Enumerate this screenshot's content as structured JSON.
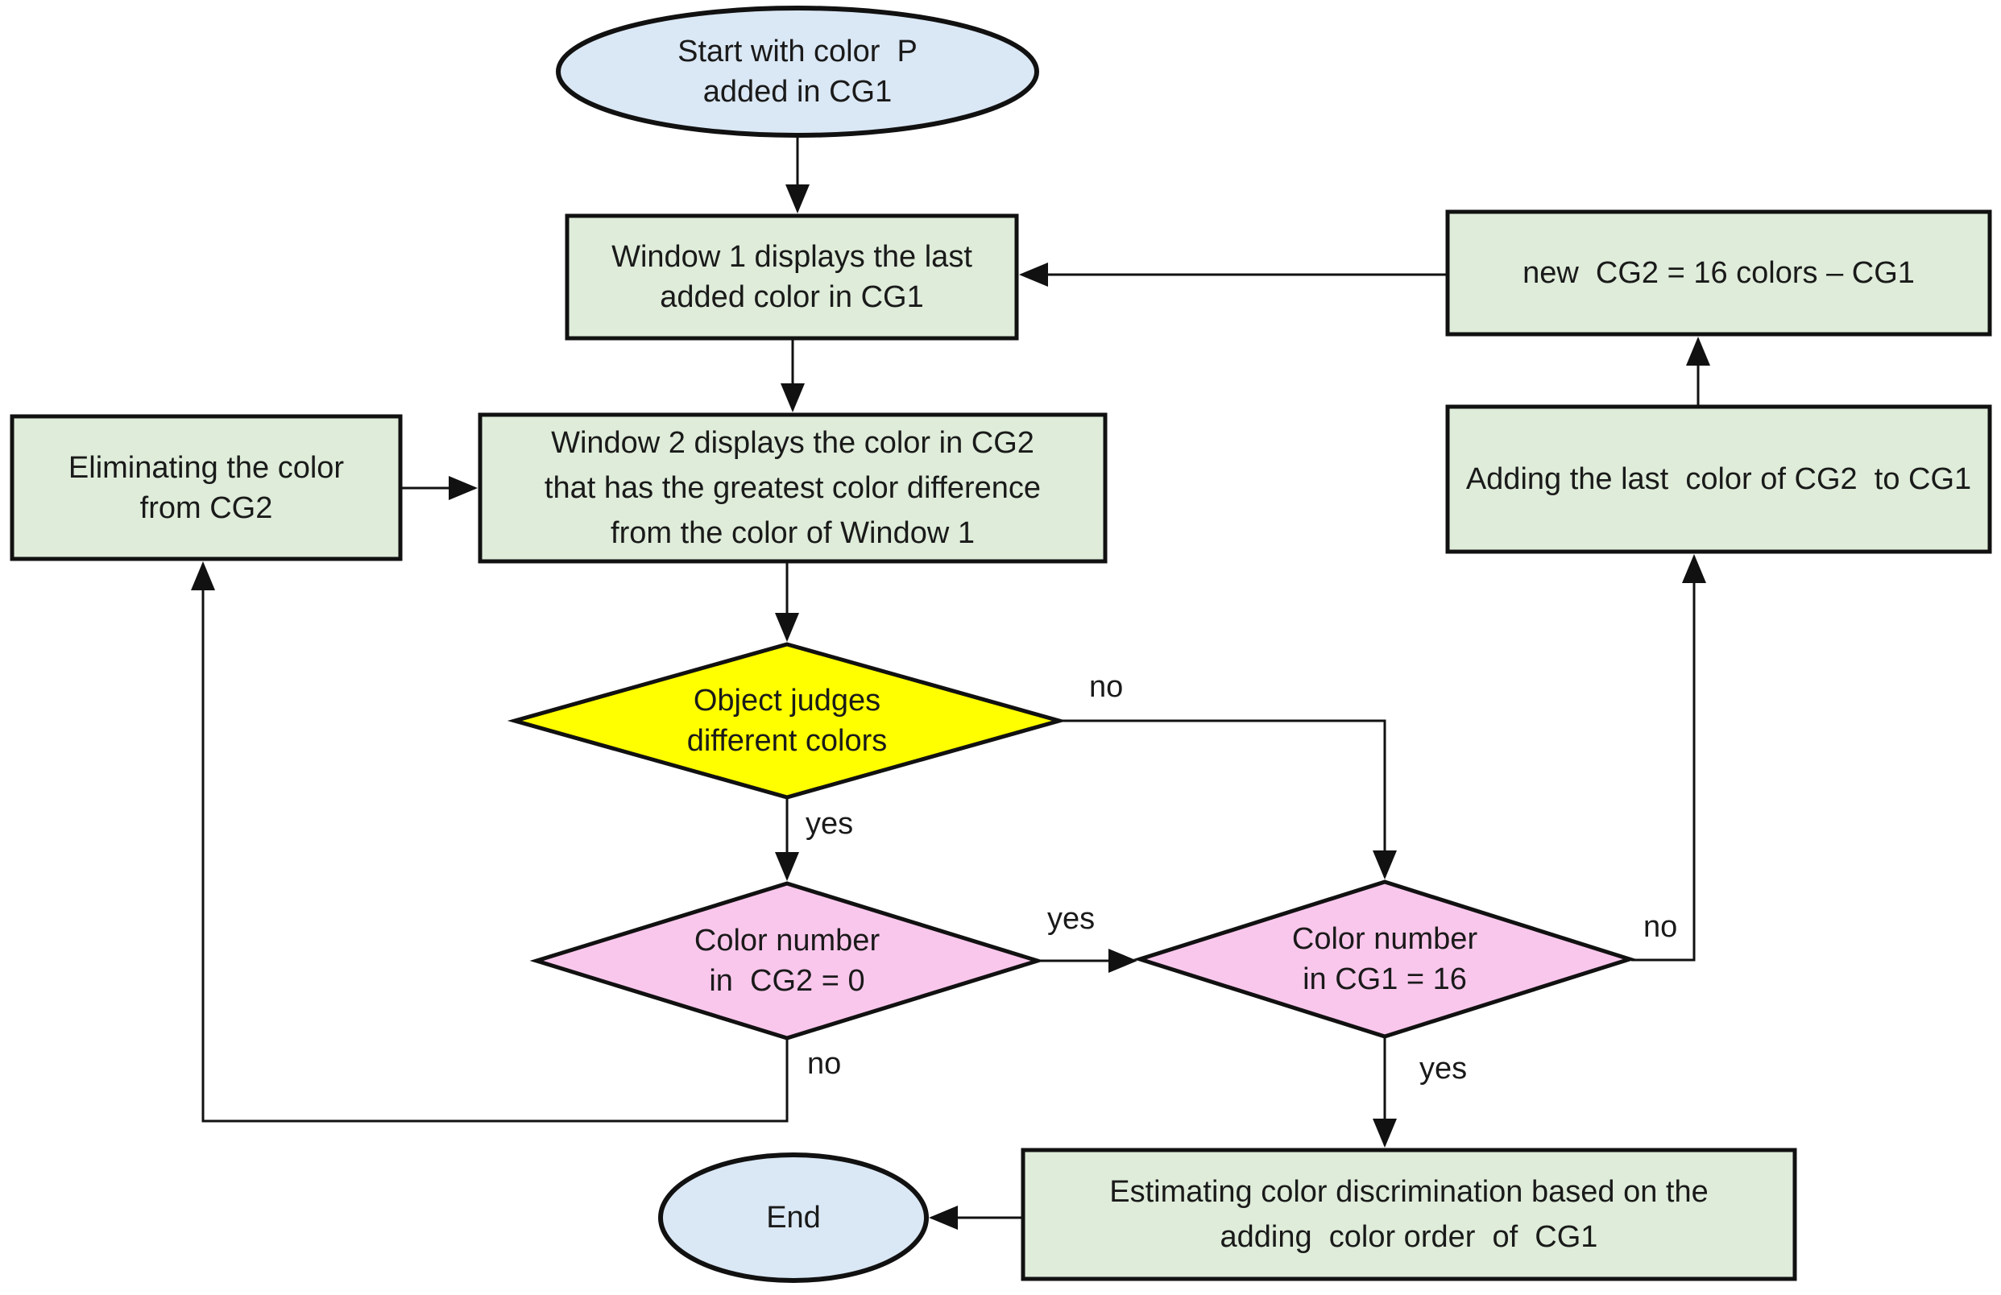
{
  "diagram": {
    "type": "flowchart",
    "colors": {
      "terminal_fill": "#dae7f4",
      "process_fill": "#deecd9",
      "decision_judge_fill": "#ffff00",
      "decision_count_fill": "#fac7ec",
      "stroke": "#111111",
      "connector": "#111111"
    },
    "nodes": {
      "start": {
        "type": "terminator",
        "lines": [
          "Start with color  P",
          "added in CG1"
        ]
      },
      "window1": {
        "type": "process",
        "lines": [
          "Window 1 displays the last",
          "added color in CG1"
        ]
      },
      "window2": {
        "type": "process",
        "lines": [
          "Window 2 displays the color in CG2",
          "that has the greatest color difference",
          "from the color of Window 1"
        ]
      },
      "eliminating": {
        "type": "process",
        "lines": [
          "Eliminating the color",
          "from CG2"
        ]
      },
      "new_cg2": {
        "type": "process",
        "lines": [
          "new  CG2 = 16 colors – CG1"
        ]
      },
      "adding": {
        "type": "process",
        "lines": [
          "Adding the last  color of CG2  to CG1"
        ]
      },
      "judge": {
        "type": "decision",
        "lines": [
          "Object judges",
          "different colors"
        ]
      },
      "cg2_zero": {
        "type": "decision",
        "lines": [
          "Color number",
          "in  CG2 = 0"
        ]
      },
      "cg1_sixteen": {
        "type": "decision",
        "lines": [
          "Color number",
          "in CG1 = 16"
        ]
      },
      "estimating": {
        "type": "process",
        "lines": [
          "Estimating color discrimination based on the",
          "adding  color order  of  CG1"
        ]
      },
      "end": {
        "type": "terminator",
        "lines": [
          "End"
        ]
      }
    },
    "edge_labels": {
      "judge_no": "no",
      "judge_yes": "yes",
      "cg2_yes": "yes",
      "cg2_no": "no",
      "cg1_no": "no",
      "cg1_yes": "yes"
    }
  }
}
